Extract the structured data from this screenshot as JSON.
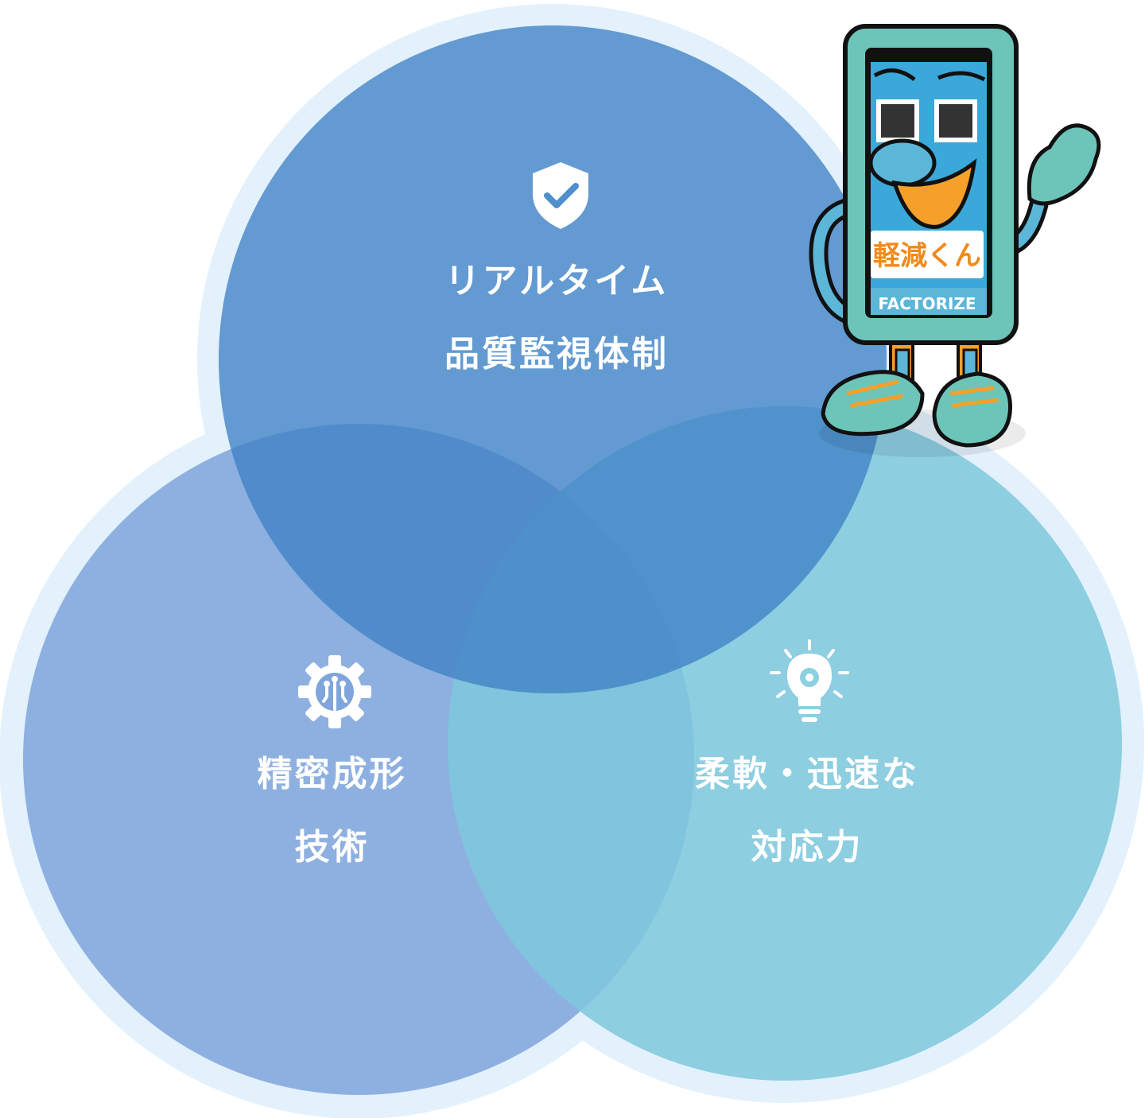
{
  "circles": [
    {
      "id": "top",
      "lines": [
        "リアルタイム",
        "品質監視体制"
      ],
      "icon": "shield-check-icon",
      "color": "#5a94cc"
    },
    {
      "id": "left",
      "lines": [
        "精密成形",
        "技術"
      ],
      "icon": "gear-circuit-icon",
      "color": "#7fa5dc"
    },
    {
      "id": "right",
      "lines": [
        "柔軟・迅速な",
        "対応力"
      ],
      "icon": "lightbulb-gear-icon",
      "color": "#7ec8dc"
    }
  ],
  "halo_color": "#e3f1fc",
  "mascot": {
    "name_badge": "軽減くん",
    "brand": "FACTORIZE"
  }
}
